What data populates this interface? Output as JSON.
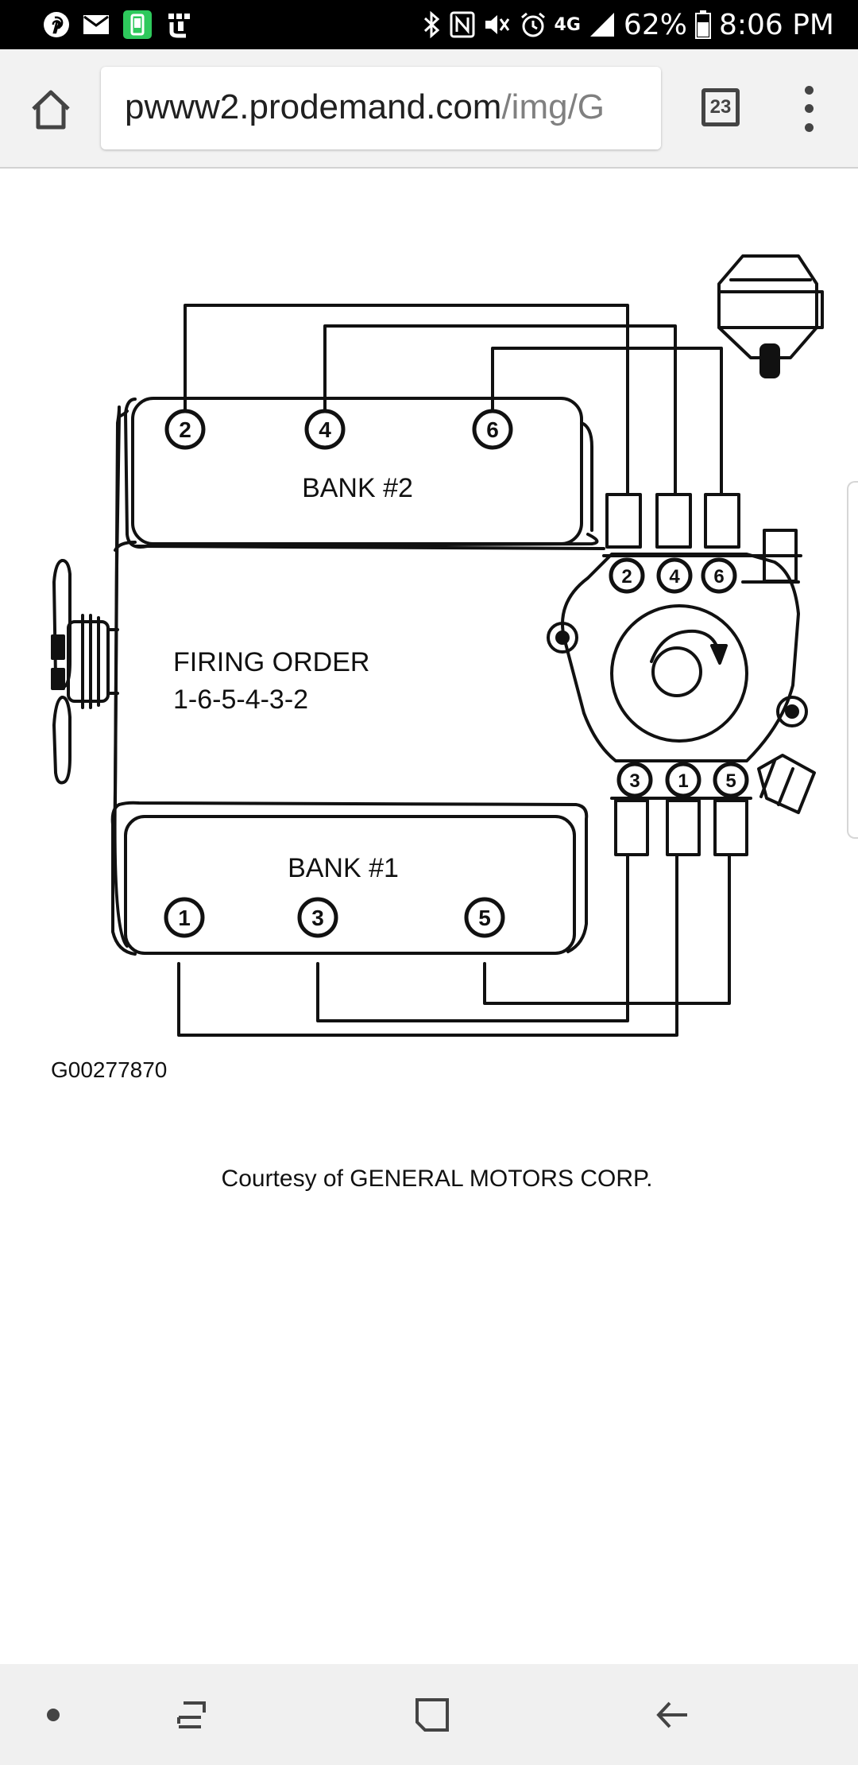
{
  "status_bar": {
    "battery": "62%",
    "time": "8:06 PM",
    "network": "4G",
    "left_icons": [
      "pinterest-icon",
      "mail-icon",
      "phone-app-icon",
      "rogers-icon"
    ],
    "right_icons": [
      "bluetooth-icon",
      "nfc-icon",
      "mute-icon",
      "alarm-icon",
      "lte-icon",
      "signal-icon",
      "battery-icon"
    ]
  },
  "browser": {
    "url_host": "pwww2.prodemand.com",
    "url_path": "/img/G",
    "tab_count": "23"
  },
  "diagram": {
    "bank2_label": "BANK #2",
    "bank1_label": "BANK #1",
    "firing_order_title": "FIRING ORDER",
    "firing_order": "1-6-5-4-3-2",
    "bank2_cylinders": [
      "2",
      "4",
      "6"
    ],
    "bank1_cylinders": [
      "1",
      "3",
      "5"
    ],
    "cap_top_terminals": [
      "2",
      "4",
      "6"
    ],
    "cap_bottom_terminals": [
      "3",
      "1",
      "5"
    ],
    "figure_id": "G00277870",
    "caption": "Courtesy of GENERAL MOTORS CORP."
  },
  "nav_bar": {
    "icons": [
      "dot-icon",
      "recents-icon",
      "home-square-icon",
      "back-icon"
    ]
  }
}
